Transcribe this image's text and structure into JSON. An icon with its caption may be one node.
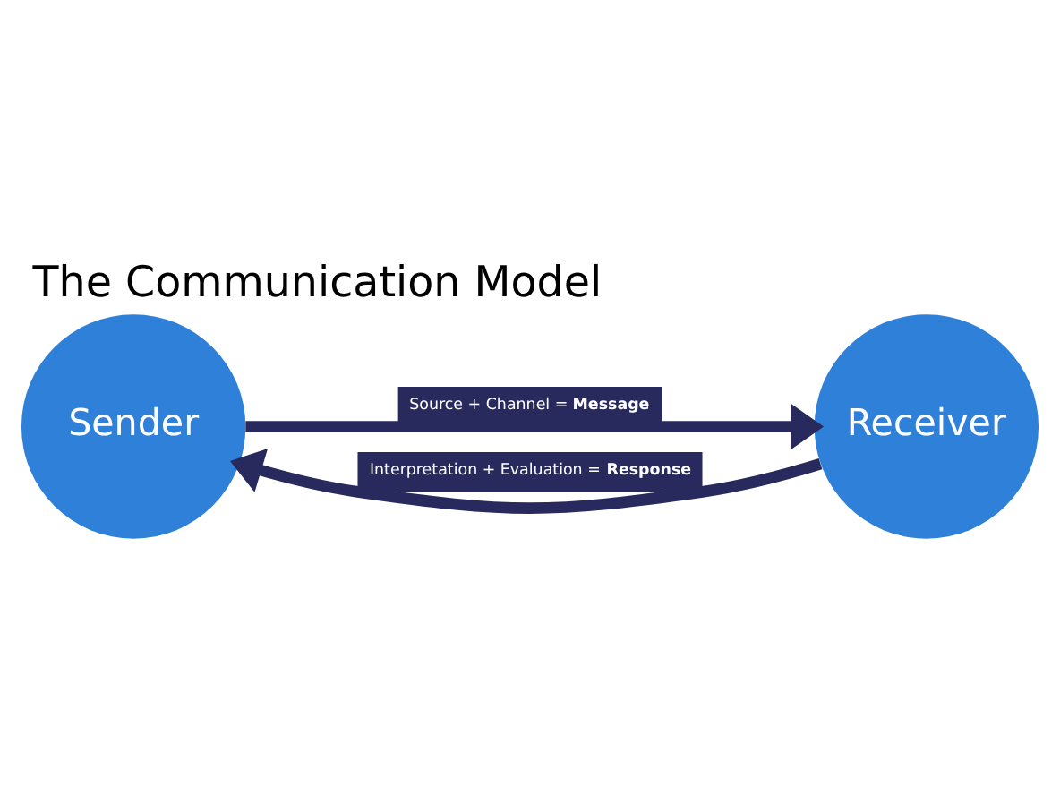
{
  "diagram": {
    "title": "The Communication Model",
    "nodes": [
      {
        "text": [
          "Sender"
        ]
      },
      {
        "text": [
          "Receiver"
        ]
      }
    ],
    "edges": [
      {
        "from": 0,
        "to": 1,
        "arrow": "to",
        "label": "Source + Channel = **Message**"
      },
      {
        "from": 1,
        "to": 0,
        "arrow": "to",
        "label": "Interpretation + Evaluation = **Response**"
      }
    ]
  }
}
